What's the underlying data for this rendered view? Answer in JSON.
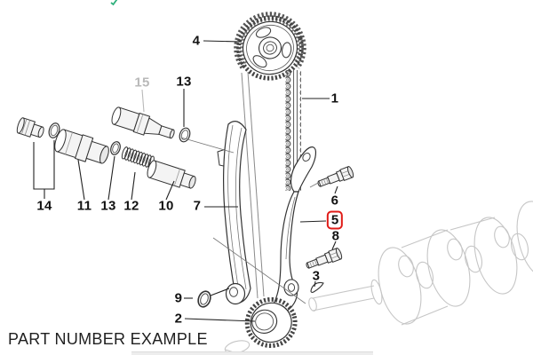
{
  "caption": "PART NUMBER EXAMPLE",
  "highlighted_label": "5",
  "colors": {
    "highlight_box": "#e01b17",
    "muted_label": "#b9b9b9",
    "line": "#2a2a2a",
    "ghost_outline": "#c6c6c6",
    "tick_green": "#2fb07c"
  },
  "labels": {
    "p1": "1",
    "p2": "2",
    "p3": "3",
    "p4": "4",
    "p5": "5",
    "p6": "6",
    "p7": "7",
    "p8": "8",
    "p9": "9",
    "p10": "10",
    "p11": "11",
    "p12": "12",
    "p13a": "13",
    "p13b": "13",
    "p14": "14",
    "p15": "15"
  }
}
